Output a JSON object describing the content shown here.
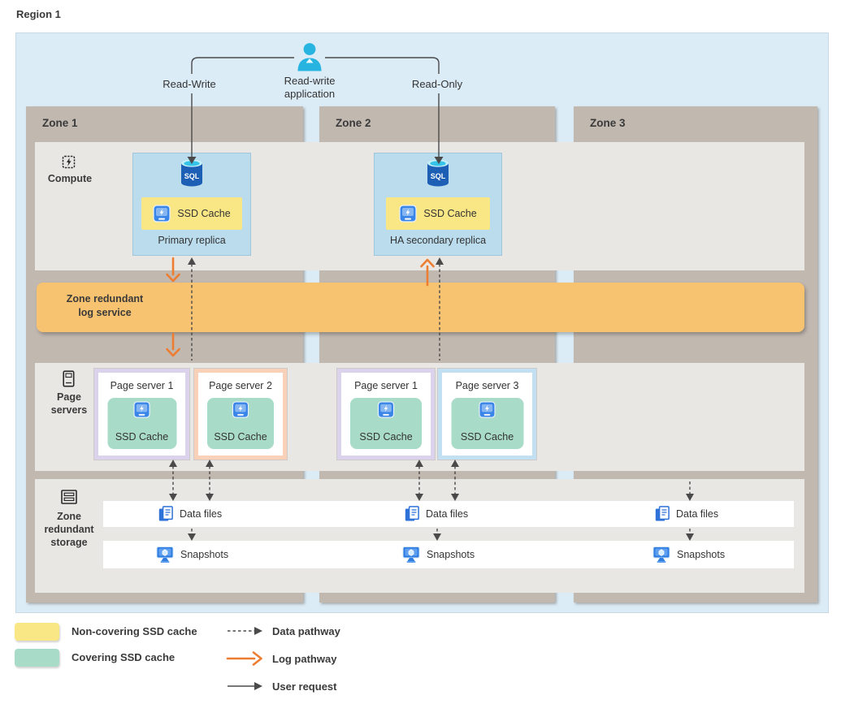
{
  "region": {
    "label": "Region 1"
  },
  "app": {
    "title_line1": "Read-write",
    "title_line2": "application",
    "left_arrow_label": "Read-Write",
    "right_arrow_label": "Read-Only"
  },
  "zones": [
    {
      "label": "Zone 1"
    },
    {
      "label": "Zone 2"
    },
    {
      "label": "Zone 3"
    }
  ],
  "compute": {
    "section_label": "Compute",
    "sql_label": "SQL",
    "primary": {
      "title": "Primary replica",
      "cache_label": "SSD Cache"
    },
    "secondary": {
      "title": "HA secondary replica",
      "cache_label": "SSD Cache"
    }
  },
  "log_service": {
    "label_line1": "Zone redundant",
    "label_line2": "log service"
  },
  "page_servers": {
    "section_label_line1": "Page",
    "section_label_line2": "servers",
    "servers": [
      {
        "title": "Page server 1",
        "cache_label": "SSD Cache",
        "border_color": "#dbd2ec"
      },
      {
        "title": "Page server 2",
        "cache_label": "SSD Cache",
        "border_color": "#f9d0b8"
      },
      {
        "title": "Page server 1",
        "cache_label": "SSD Cache",
        "border_color": "#dbd2ec"
      },
      {
        "title": "Page server 3",
        "cache_label": "SSD Cache",
        "border_color": "#c2e0f2"
      }
    ]
  },
  "storage": {
    "label_line1": "Zone",
    "label_line2": "redundant",
    "label_line3": "storage",
    "data_files_label": "Data files",
    "snapshots_label": "Snapshots"
  },
  "legend": {
    "non_covering": "Non-covering SSD cache",
    "covering": "Covering SSD cache",
    "data_pathway": "Data pathway",
    "log_pathway": "Log pathway",
    "user_request": "User request"
  },
  "colors": {
    "region_bg": "#dcecf7",
    "zone_bg": "#c1b8b0",
    "row_bg": "#e9e7e4",
    "log_band": "#f8c370",
    "replica_box": "#badced",
    "non_covering_cache": "#f9e685",
    "covering_cache": "#a9dcc8",
    "log_arrow": "#ed7d31",
    "line_dark": "#4a4a4a",
    "person_icon": "#27b4e0",
    "azure_blue": "#2e72d9"
  }
}
